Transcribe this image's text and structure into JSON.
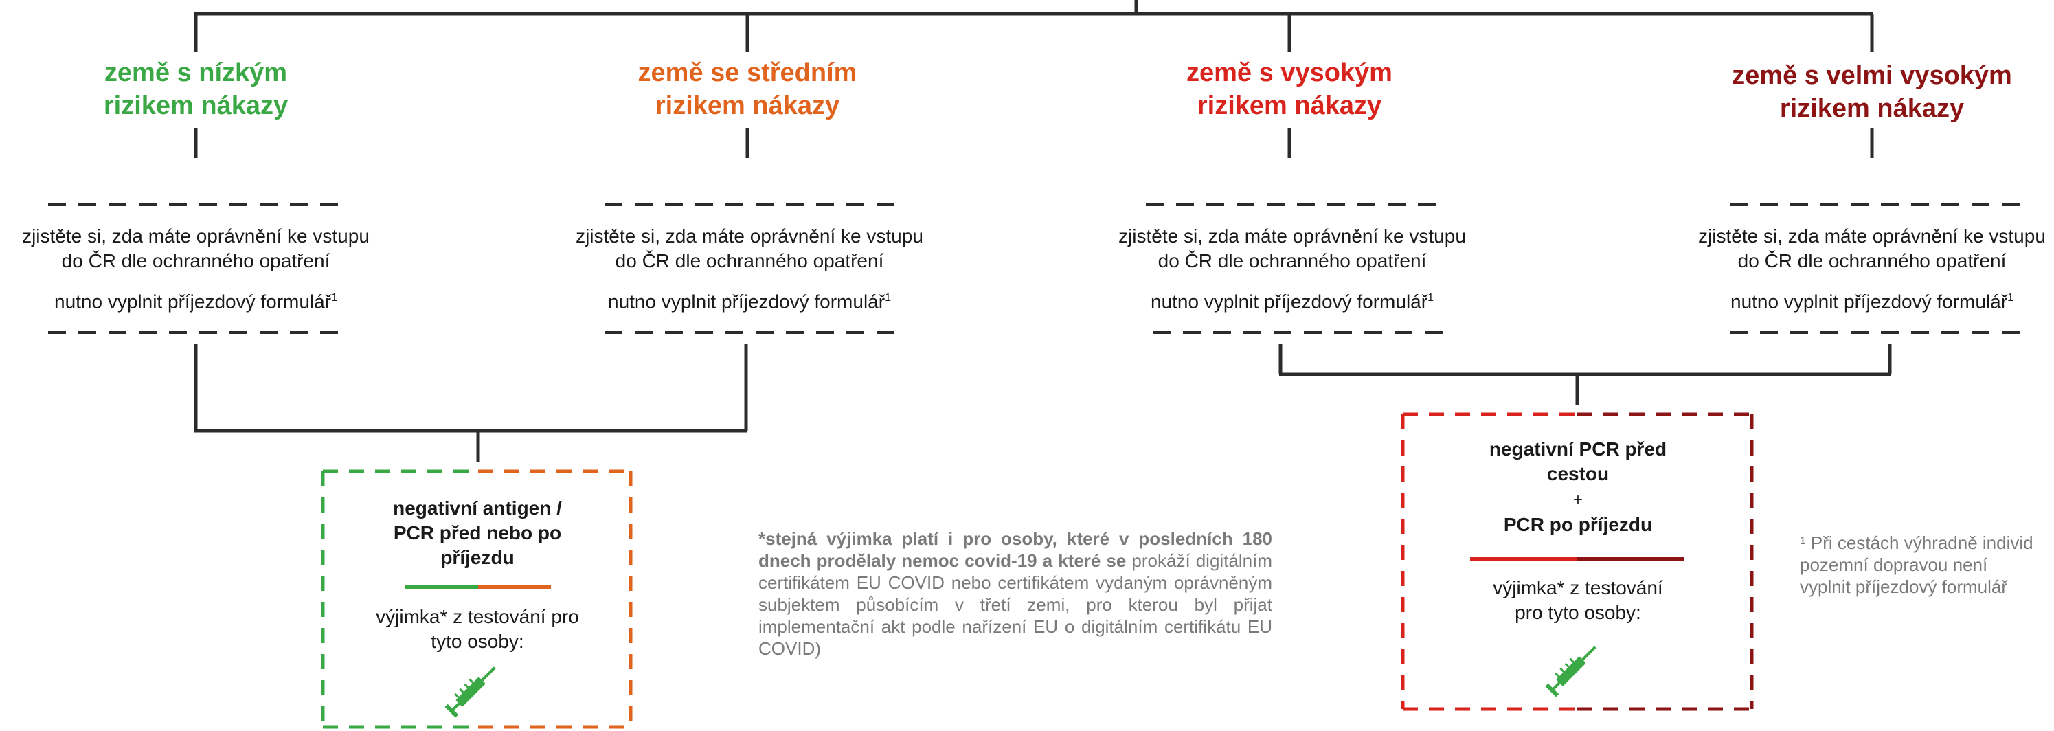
{
  "colors": {
    "line": "#2b2b2b",
    "low": "#3aa845",
    "medium": "#e0641d",
    "high": "#d9231d",
    "very_high": "#8c1414",
    "note_text": "#7a7a7a"
  },
  "categories": [
    {
      "heading_line1": "země s nízkým",
      "heading_line2": "rizikem nákazy"
    },
    {
      "heading_line1": "země se středním",
      "heading_line2": "rizikem nákazy"
    },
    {
      "heading_line1": "země s vysokým",
      "heading_line2": "rizikem nákazy"
    },
    {
      "heading_line1": "země s velmi vysokým",
      "heading_line2": "rizikem nákazy"
    }
  ],
  "info": {
    "line1": "zjistěte si, zda máte oprávnění ke vstupu",
    "line2": "do ČR dle ochranného opatření",
    "form": "nutno vyplnit příjezdový formulář",
    "form_sup": "1"
  },
  "box_low_medium": {
    "title_line1": "negativní antigen /",
    "title_line2": "PCR před nebo po",
    "title_line3": "příjezdu",
    "exception_line1": "výjimka* z testování pro",
    "exception_line2": "tyto osoby:",
    "icon": "syringe-icon"
  },
  "box_high": {
    "title_line1": "negativní PCR před",
    "title_line2": "cestou",
    "plus": "+",
    "title_line3": "PCR po příjezdu",
    "exception_line1": "výjimka* z testování",
    "exception_line2": "pro tyto osoby:",
    "icon": "syringe-icon"
  },
  "note": {
    "bold": "*stejná výjimka platí i pro osoby, které v posledních 180 dnech prodělaly nemoc covid-19 a které se",
    "regular": " prokáží digitálním certifikátem EU COVID nebo certifikátem vydaným oprávněným subjektem působícím v třetí zemi, pro kterou byl přijat implementační akt podle nařízení EU o digitálním certifikátu EU COVID)"
  },
  "footnote": {
    "line1": "¹ Při cestách výhradně individ",
    "line2": "pozemní dopravou není",
    "line3": "vyplnit příjezdový formulář"
  }
}
